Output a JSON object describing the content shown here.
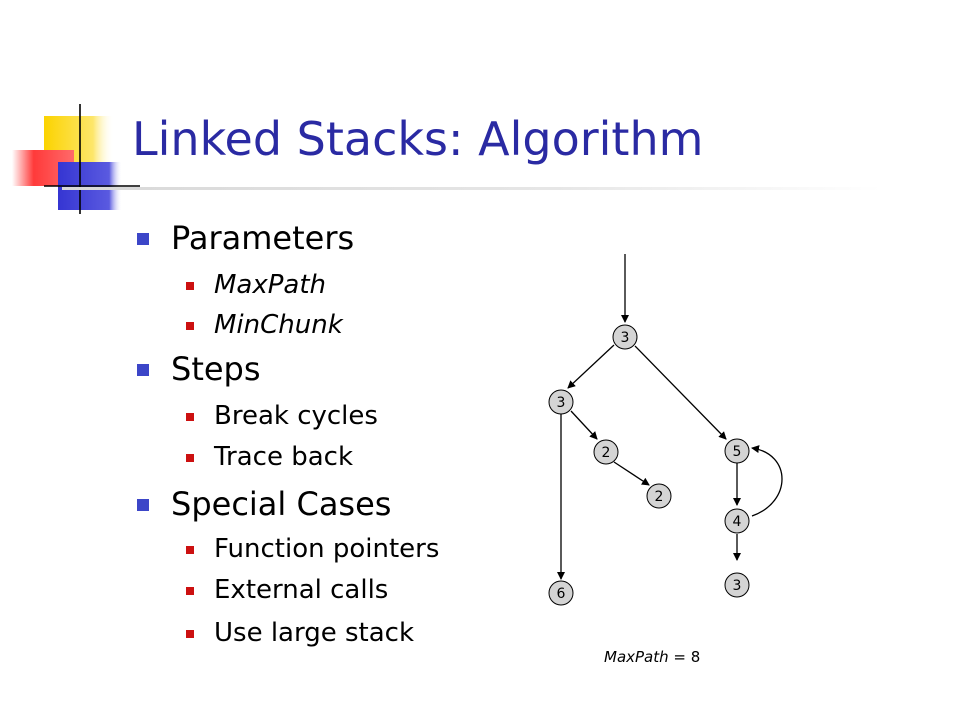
{
  "slide": {
    "title": "Linked Stacks: Algorithm"
  },
  "colors": {
    "title": "#2a2aa3",
    "bullet_l1": "#3c46c8",
    "bullet_l2": "#cc1010",
    "logo_yellow": "#fbd300",
    "logo_blue": "#3535d2",
    "logo_red": "#ff3a3a",
    "graph_stroke": "#000000",
    "node_fill": "#d4d4d4"
  },
  "bullets": {
    "parameters": {
      "label": "Parameters",
      "items": [
        "MaxPath",
        "MinChunk"
      ]
    },
    "steps": {
      "label": "Steps",
      "items": [
        "Break cycles",
        "Trace back"
      ]
    },
    "special_cases": {
      "label": "Special Cases",
      "items": [
        "Function pointers",
        "External calls",
        "Use large stack"
      ]
    }
  },
  "graph": {
    "nodes": {
      "root": "3",
      "left": "3",
      "mid_upper": "2",
      "mid_lower": "2",
      "bottom_left": "6",
      "right_top": "5",
      "right_mid": "4",
      "right_bottom": "3"
    },
    "caption": {
      "key": "MaxPath",
      "rest": " = 8"
    }
  }
}
